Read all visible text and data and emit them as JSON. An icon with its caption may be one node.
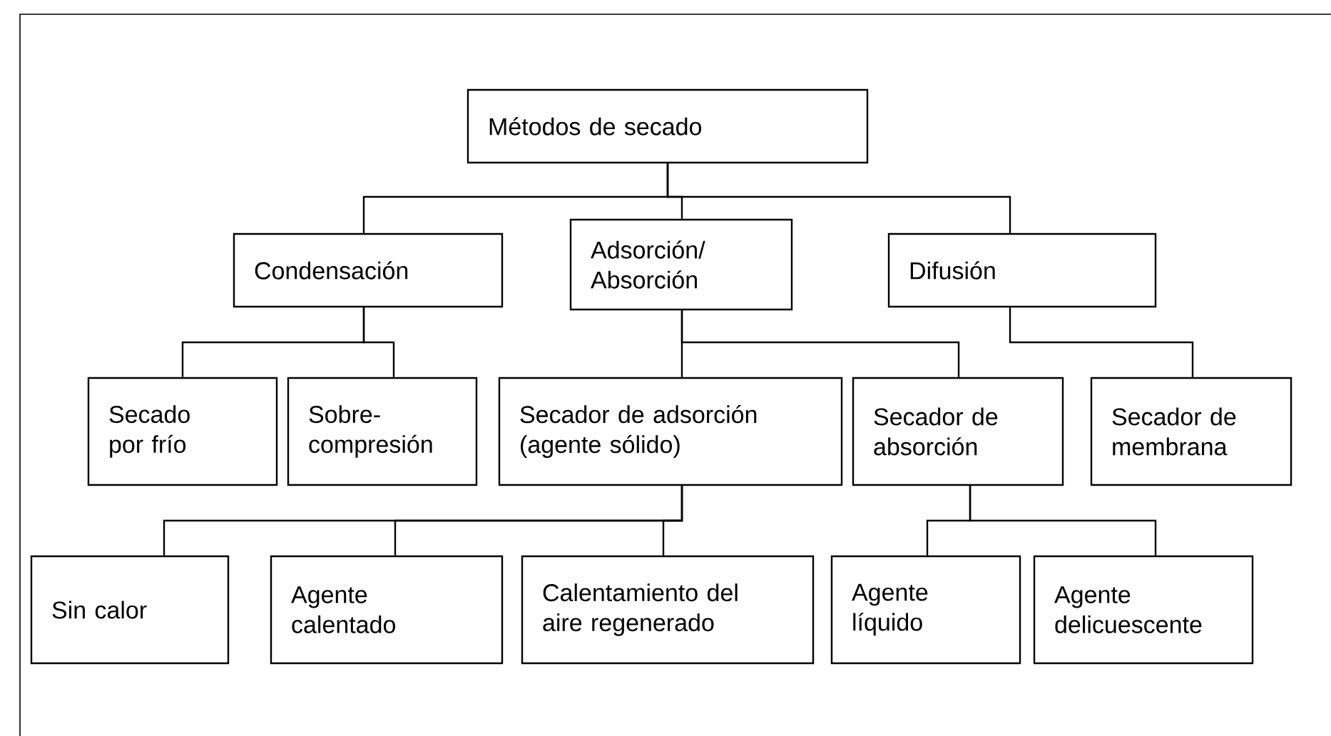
{
  "diagram": {
    "nodes": [
      {
        "text": [
          "Métodos de secado"
        ]
      },
      {
        "text": [
          "Condensación"
        ]
      },
      {
        "text": [
          "Adsorción/ Absorción"
        ]
      },
      {
        "text": [
          "Difusión"
        ]
      },
      {
        "text": [
          "Secado por frío"
        ]
      },
      {
        "text": [
          "Sobre-compresión"
        ]
      },
      {
        "text": [
          "Secador de adsorción (agente sólido)"
        ]
      },
      {
        "text": [
          "Secador de absorción"
        ]
      },
      {
        "text": [
          "Secador de membrana"
        ]
      },
      {
        "text": [
          "Sin calor"
        ]
      },
      {
        "text": [
          "Agente calentado"
        ]
      },
      {
        "text": [
          "Calentamiento del aire regenerado"
        ]
      },
      {
        "text": [
          "Agente líquido"
        ]
      },
      {
        "text": [
          "Agente delicuescente"
        ]
      }
    ],
    "edges": [
      {
        "from": 0,
        "to": 1,
        "arrow": "none"
      },
      {
        "from": 0,
        "to": 2,
        "arrow": "none"
      },
      {
        "from": 0,
        "to": 3,
        "arrow": "none"
      },
      {
        "from": 1,
        "to": 4,
        "arrow": "none"
      },
      {
        "from": 1,
        "to": 5,
        "arrow": "none"
      },
      {
        "from": 2,
        "to": 6,
        "arrow": "none"
      },
      {
        "from": 2,
        "to": 7,
        "arrow": "none"
      },
      {
        "from": 3,
        "to": 8,
        "arrow": "none"
      },
      {
        "from": 6,
        "to": 9,
        "arrow": "none"
      },
      {
        "from": 6,
        "to": 10,
        "arrow": "none"
      },
      {
        "from": 6,
        "to": 11,
        "arrow": "none"
      },
      {
        "from": 7,
        "to": 12,
        "arrow": "none"
      },
      {
        "from": 7,
        "to": 13,
        "arrow": "none"
      }
    ]
  }
}
